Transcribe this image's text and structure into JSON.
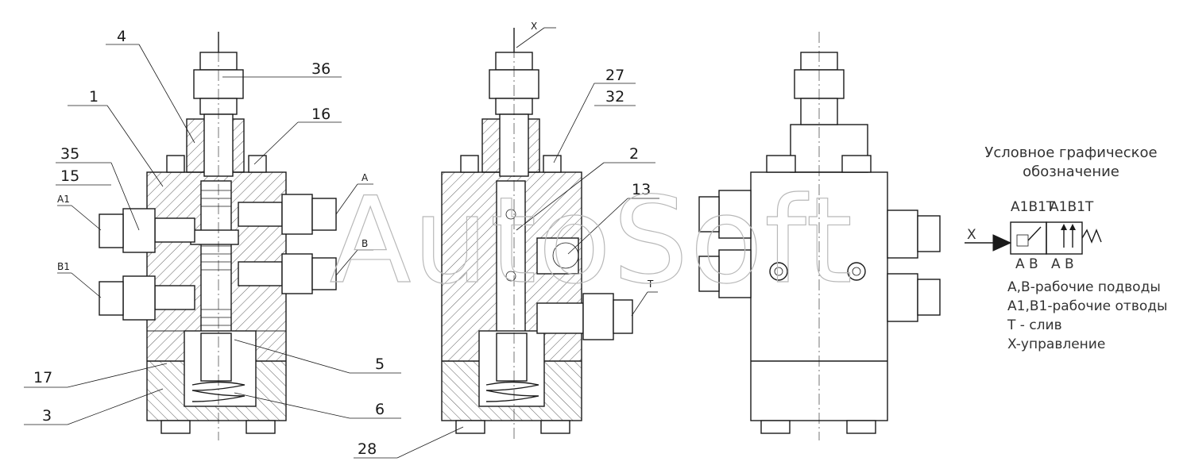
{
  "watermark": "AutoSoft",
  "callouts": {
    "c4": "4",
    "c36": "36",
    "c1": "1",
    "c16": "16",
    "c35": "35",
    "c15": "15",
    "cA1": "A1",
    "cB1": "B1",
    "cA": "A",
    "cB": "B",
    "c17": "17",
    "c3": "3",
    "c5": "5",
    "c6": "6",
    "cX": "X",
    "c27": "27",
    "c32": "32",
    "c2": "2",
    "c13": "13",
    "cT": "T",
    "c28": "28"
  },
  "legend": {
    "title_line1": "Условное графическое",
    "title_line2": "обозначение",
    "symbol": {
      "x_label": "X",
      "top_left_ports": "A1B1T",
      "top_right_ports": "A1B1T",
      "bottom_left_ports": "A B",
      "bottom_right_ports": "A B"
    },
    "notes": [
      "A,B-рабочие подводы",
      "A1,B1-рабочие отводы",
      "T - слив",
      "X-управление"
    ]
  }
}
